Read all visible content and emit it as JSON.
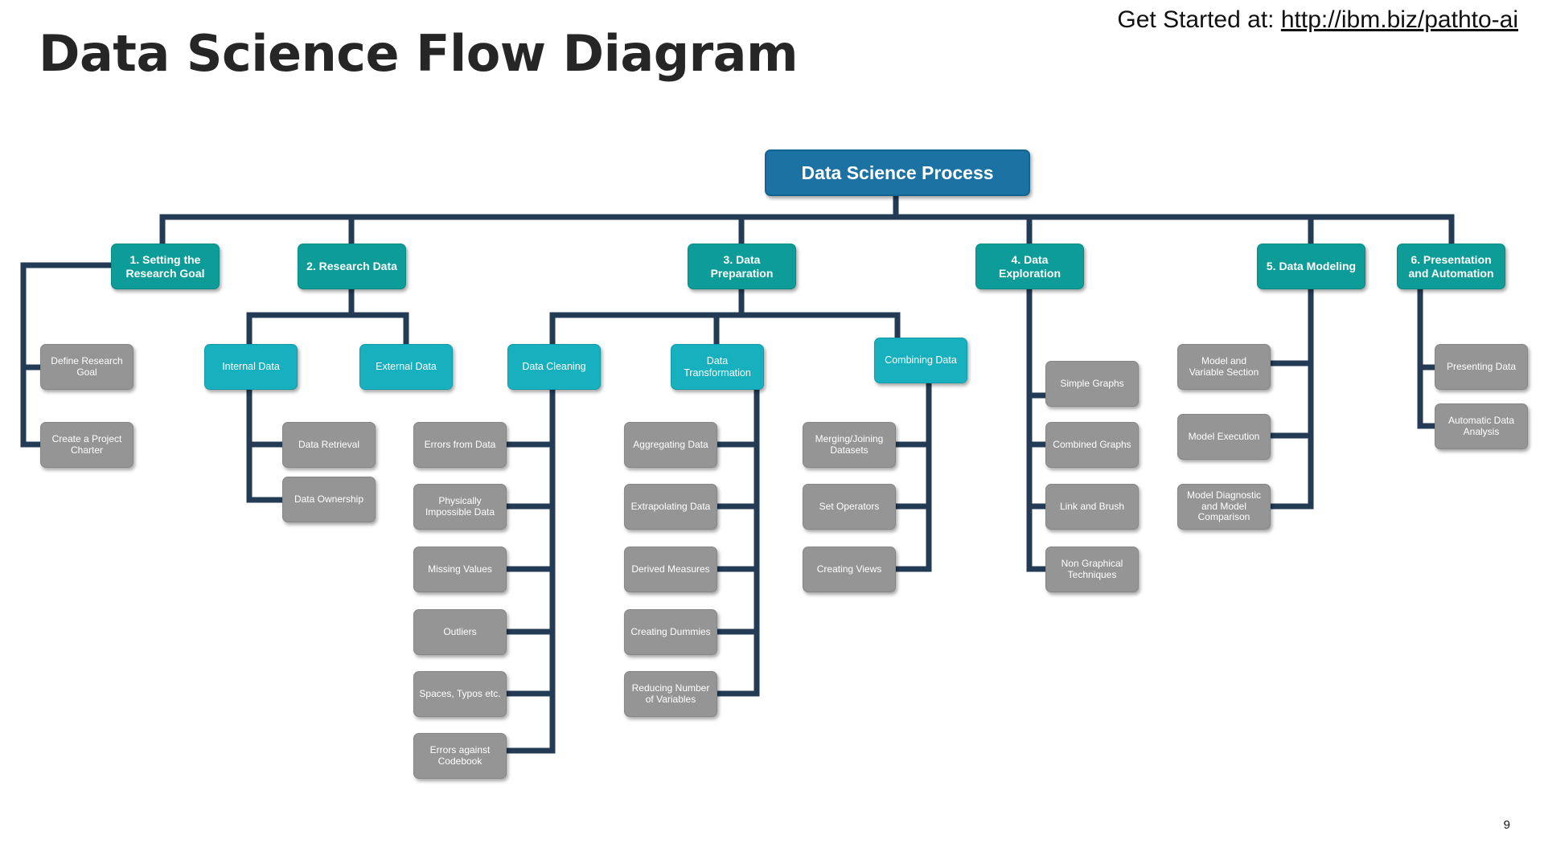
{
  "header": {
    "title": "Data Science Flow Diagram",
    "get_started_label": "Get Started at:",
    "get_started_link": "http://ibm.biz/pathto-ai",
    "page_number": "9"
  },
  "colors": {
    "root": "#1b72a3",
    "phase": "#0d9c97",
    "sub": "#17b0bf",
    "leaf": "#959595",
    "connector": "#243b55"
  },
  "diagram": {
    "root": "Data Science Process",
    "phases": [
      {
        "label": "1. Setting the Research Goal",
        "children": [
          "Define Research Goal",
          "Create a Project Charter"
        ]
      },
      {
        "label": "2. Research Data",
        "subgroups": [
          {
            "label": "Internal Data",
            "children": [
              "Data Retrieval",
              "Data Ownership"
            ]
          },
          {
            "label": "External Data",
            "children": []
          }
        ]
      },
      {
        "label": "3. Data Preparation",
        "subgroups": [
          {
            "label": "Data Cleaning",
            "children": [
              "Errors from Data",
              "Physically Impossible Data",
              "Missing Values",
              "Outliers",
              "Spaces, Typos etc.",
              "Errors against Codebook"
            ]
          },
          {
            "label": "Data Transformation",
            "children": [
              "Aggregating Data",
              "Extrapolating Data",
              "Derived Measures",
              "Creating Dummies",
              "Reducing Number of Variables"
            ]
          },
          {
            "label": "Combining Data",
            "children": [
              "Merging/Joining Datasets",
              "Set Operators",
              "Creating Views"
            ]
          }
        ]
      },
      {
        "label": "4. Data Exploration",
        "children": [
          "Simple Graphs",
          "Combined Graphs",
          "Link and Brush",
          "Non Graphical Techniques"
        ]
      },
      {
        "label": "5. Data Modeling",
        "children": [
          "Model and Variable Section",
          "Model Execution",
          "Model Diagnostic and Model Comparison"
        ]
      },
      {
        "label": "6. Presentation and Automation",
        "children": [
          "Presenting Data",
          "Automatic Data Analysis"
        ]
      }
    ]
  }
}
